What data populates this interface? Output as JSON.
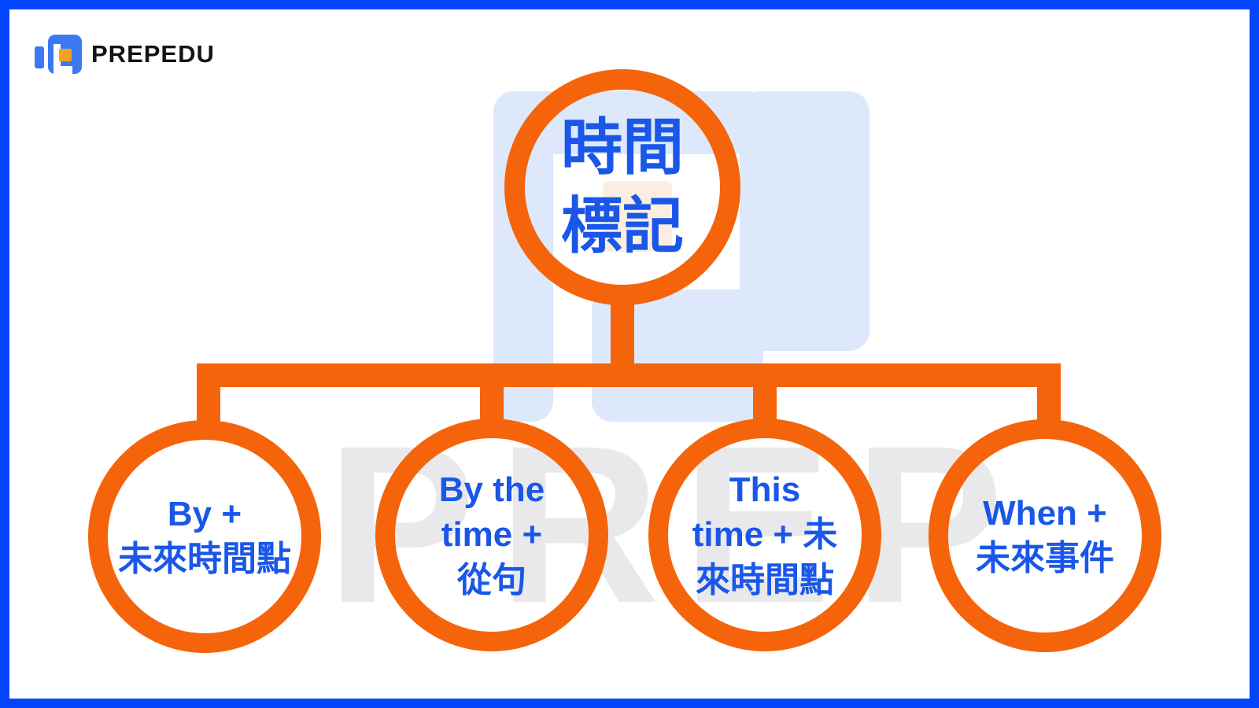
{
  "brand": {
    "logo_text": "PREPEDU"
  },
  "watermark": {
    "text": "PREP"
  },
  "tree": {
    "root": {
      "label": "時間\n標記"
    },
    "children": [
      {
        "label": "By +\n未來時間點"
      },
      {
        "label": "By the\ntime +\n從句"
      },
      {
        "label": "This\ntime + 未\n來時間點"
      },
      {
        "label": "When +\n未來事件"
      }
    ]
  },
  "colors": {
    "accent_orange": "#f5640a",
    "text_blue": "#1a57e9",
    "frame_blue": "#0345fd",
    "logo_blue": "#3b79f2",
    "logo_orange": "#f6a21e",
    "watermark_light_blue": "#dde9fb",
    "watermark_gray": "#e9e9ec",
    "watermark_cream": "#fceede",
    "background": "#ffffff"
  }
}
